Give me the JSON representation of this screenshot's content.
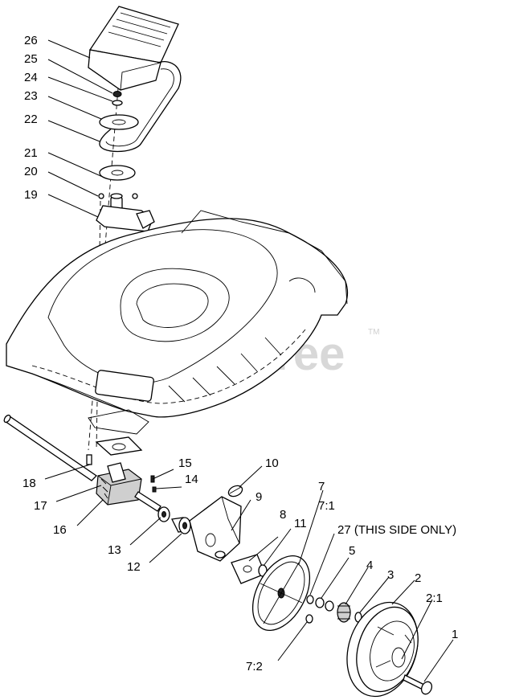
{
  "watermark": {
    "text": "PartsTree",
    "tm": "TM"
  },
  "callouts": {
    "c26": "26",
    "c25": "25",
    "c24": "24",
    "c23": "23",
    "c22": "22",
    "c21": "21",
    "c20": "20",
    "c19": "19",
    "c15": "15",
    "c14": "14",
    "c10": "10",
    "c9": "9",
    "c18": "18",
    "c17": "17",
    "c16": "16",
    "c13": "13",
    "c12": "12",
    "c8": "8",
    "c11": "11",
    "c7": "7",
    "c7_1": "7:1",
    "c27": "27 (THIS SIDE ONLY)",
    "c5": "5",
    "c4": "4",
    "c3": "3",
    "c2": "2",
    "c2_1": "2:1",
    "c1": "1",
    "c7_2": "7:2"
  }
}
